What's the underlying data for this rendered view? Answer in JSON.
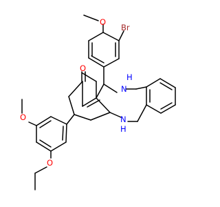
{
  "molecule": {
    "colors": {
      "bond": "#000000",
      "oxygen": "#ff0000",
      "nitrogen": "#0000ff",
      "bromine": "#a52a2a",
      "carbon_text": "#000000"
    },
    "labels": {
      "bromine": "Br",
      "methoxy_top": "O",
      "ketone": "O",
      "amine_top": "H",
      "amine_top_n": "N",
      "amine_bottom": "N",
      "amine_bottom_h": "H",
      "methoxy_left": "O",
      "ethoxy": "O"
    }
  }
}
